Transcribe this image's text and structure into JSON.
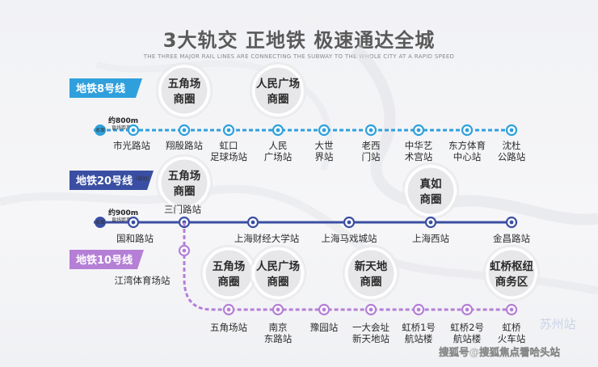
{
  "title": "3大轨交 正地铁 极速通达全城",
  "subtitle": "THE THREE MAJOR RAIL LINES ARE CONNECTING THE SUBWAY TO THE WHOLE CITY AT A RAPID SPEED",
  "colors": {
    "line8": "#2fa0dc",
    "line20": "#3a4fa3",
    "line10": "#b57fd6",
    "text": "#2b2b2b"
  },
  "lines": [
    {
      "id": "line8",
      "tag": "地铁8号线",
      "tag_extra": "",
      "distance_prefix": "约",
      "distance_value": "800m",
      "distance_label": "直线距离",
      "home": "本案",
      "stations": [
        {
          "name": [
            "市光路站"
          ]
        },
        {
          "name": [
            "翔殷路站"
          ]
        },
        {
          "name": [
            "虹口",
            "足球场站"
          ]
        },
        {
          "name": [
            "人民",
            "广场站"
          ]
        },
        {
          "name": [
            "大世",
            "界站"
          ]
        },
        {
          "name": [
            "老西",
            "门站"
          ]
        },
        {
          "name": [
            "中华艺",
            "术宫站"
          ]
        },
        {
          "name": [
            "东方体育",
            "中心站"
          ]
        },
        {
          "name": [
            "沈杜",
            "公路站"
          ]
        }
      ],
      "circles": [
        {
          "text": [
            "五角场",
            "商圈"
          ]
        },
        {
          "text": [
            "人民广场",
            "商圈"
          ]
        }
      ]
    },
    {
      "id": "line20",
      "tag": "地铁20号线",
      "tag_extra": "(规划)",
      "distance_prefix": "约",
      "distance_value": "900m",
      "distance_label": "直线距离",
      "home": "本案",
      "stations": [
        {
          "name": [
            "国和路站"
          ]
        },
        {
          "name": [
            "三门路站"
          ]
        },
        {
          "name": [
            "上海财经大学站"
          ]
        },
        {
          "name": [
            "上海马戏城站"
          ]
        },
        {
          "name": [
            "上海西站"
          ]
        },
        {
          "name": [
            "金昌路站"
          ]
        }
      ],
      "circles": [
        {
          "text": [
            "五角场",
            "商圈"
          ]
        },
        {
          "text": [
            "真如",
            "商圈"
          ]
        }
      ]
    },
    {
      "id": "line10",
      "tag": "地铁10号线",
      "tag_extra": "",
      "stations": [
        {
          "name": [
            "江湾体育场站"
          ]
        },
        {
          "name": [
            "五角场站"
          ]
        },
        {
          "name": [
            "南京",
            "东路站"
          ]
        },
        {
          "name": [
            "豫园站"
          ]
        },
        {
          "name": [
            "一大会址",
            "新天地站"
          ]
        },
        {
          "name": [
            "虹桥1号",
            "航站楼"
          ]
        },
        {
          "name": [
            "虹桥2号",
            "航站楼"
          ]
        },
        {
          "name": [
            "虹桥",
            "火车站"
          ]
        }
      ],
      "circles": [
        {
          "text": [
            "五角场",
            "商圈"
          ]
        },
        {
          "text": [
            "人民广场",
            "商圈"
          ]
        },
        {
          "text": [
            "新天地",
            "商圈"
          ]
        },
        {
          "text": [
            "虹桥枢纽",
            "商务区"
          ]
        }
      ]
    }
  ],
  "watermark": {
    "line1": "苏州站",
    "line2": "搜狐号@搜狐焦点看哈头站"
  }
}
